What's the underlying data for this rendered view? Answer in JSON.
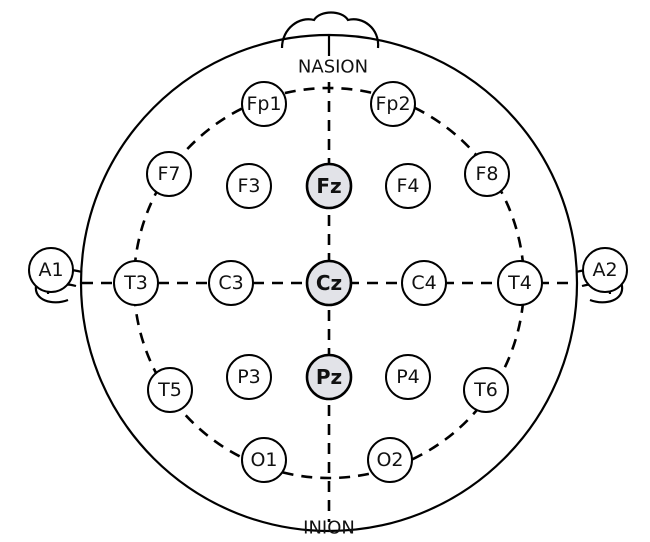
{
  "landmarks": {
    "top": "NASION",
    "bottom": "INION"
  },
  "electrodes": [
    {
      "id": "fp1",
      "label": "Fp1",
      "midline": false
    },
    {
      "id": "fp2",
      "label": "Fp2",
      "midline": false
    },
    {
      "id": "f7",
      "label": "F7",
      "midline": false
    },
    {
      "id": "f3",
      "label": "F3",
      "midline": false
    },
    {
      "id": "fz",
      "label": "Fz",
      "midline": true
    },
    {
      "id": "f4",
      "label": "F4",
      "midline": false
    },
    {
      "id": "f8",
      "label": "F8",
      "midline": false
    },
    {
      "id": "a1",
      "label": "A1",
      "midline": false
    },
    {
      "id": "t3",
      "label": "T3",
      "midline": false
    },
    {
      "id": "c3",
      "label": "C3",
      "midline": false
    },
    {
      "id": "cz",
      "label": "Cz",
      "midline": true
    },
    {
      "id": "c4",
      "label": "C4",
      "midline": false
    },
    {
      "id": "t4",
      "label": "T4",
      "midline": false
    },
    {
      "id": "a2",
      "label": "A2",
      "midline": false
    },
    {
      "id": "t5",
      "label": "T5",
      "midline": false
    },
    {
      "id": "p3",
      "label": "P3",
      "midline": false
    },
    {
      "id": "pz",
      "label": "Pz",
      "midline": true
    },
    {
      "id": "p4",
      "label": "P4",
      "midline": false
    },
    {
      "id": "t6",
      "label": "T6",
      "midline": false
    },
    {
      "id": "o1",
      "label": "O1",
      "midline": false
    },
    {
      "id": "o2",
      "label": "O2",
      "midline": false
    }
  ]
}
